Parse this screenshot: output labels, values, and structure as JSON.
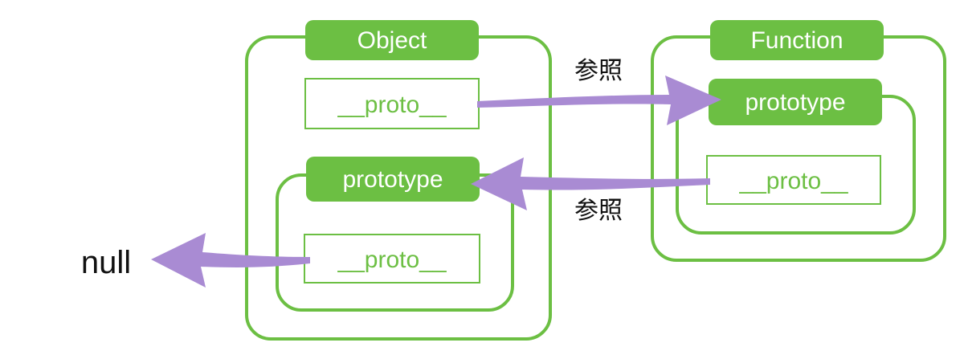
{
  "object_box": {
    "title": "Object",
    "proto_label": "__proto__",
    "prototype_box": {
      "title": "prototype",
      "proto_label": "__proto__"
    }
  },
  "function_box": {
    "title": "Function",
    "prototype_box": {
      "title": "prototype",
      "proto_label": "__proto__"
    }
  },
  "null_label": "null",
  "arrow_labels": {
    "top": "参照",
    "bottom": "参照"
  },
  "colors": {
    "green": "#6cbf43",
    "arrow": "#a98bd3",
    "text": "#111111",
    "white": "#ffffff"
  }
}
